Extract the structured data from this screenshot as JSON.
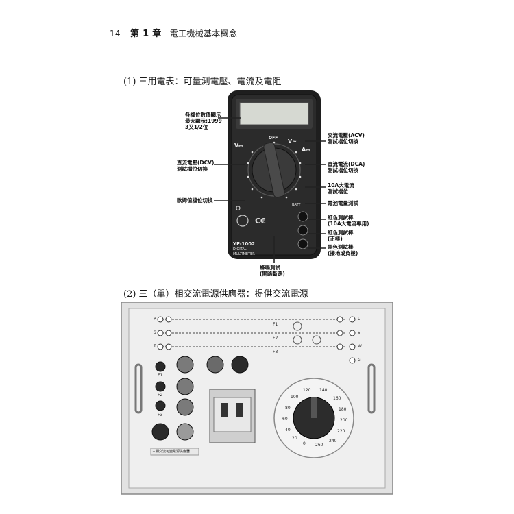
{
  "header": {
    "page_number": "14",
    "chapter": "第 1 章",
    "chapter_title": "電工機械基本概念"
  },
  "section1": {
    "title": "(1) 三用電表：可量測電壓、電流及電阻",
    "callouts": {
      "display_line1": "各檔位數值顯示",
      "display_line2": "最大顯示:1999",
      "display_line3": "3又1/2位",
      "acv": "交流電壓(ACV)\n測試檔位切換",
      "dcv": "直流電壓(DCV)\n測試檔位切換",
      "dca": "直流電流(DCA)\n測試檔位切換",
      "a10": "10A大電流\n測試檔位",
      "ohm": "歐姆值檔位切換",
      "battery": "電池電量測試",
      "red10a": "紅色測試棒\n(10A大電流專用)",
      "red": "紅色測試棒\n(正極)",
      "black": "黑色測試棒\n(接地或負極)",
      "buzzer": "蜂鳴測試\n(開路斷路)"
    },
    "meter_labels": {
      "v_dc": "V⎓",
      "v_ac": "V~",
      "a_dc": "A⎓",
      "ohm": "Ω",
      "off": "OFF",
      "model": "YF-1002",
      "digital": "DIGITAL",
      "multimeter": "MULTIMETER",
      "batt": "BATT"
    }
  },
  "section2": {
    "title": "(2) 三（單）相交流電源供應器：提供交流電源",
    "phases_left": [
      "R",
      "S",
      "T"
    ],
    "phases_right": [
      "U",
      "V",
      "W",
      "G"
    ],
    "fuses": [
      "F1",
      "F2",
      "F3"
    ],
    "fuse_side": [
      "F1",
      "F2",
      "F3"
    ],
    "dial": [
      "100",
      "120",
      "140",
      "160",
      "180",
      "200",
      "220",
      "240",
      "260",
      "0",
      "20",
      "40",
      "60",
      "80"
    ],
    "nameplate": "三相交流可變電源供應器"
  }
}
